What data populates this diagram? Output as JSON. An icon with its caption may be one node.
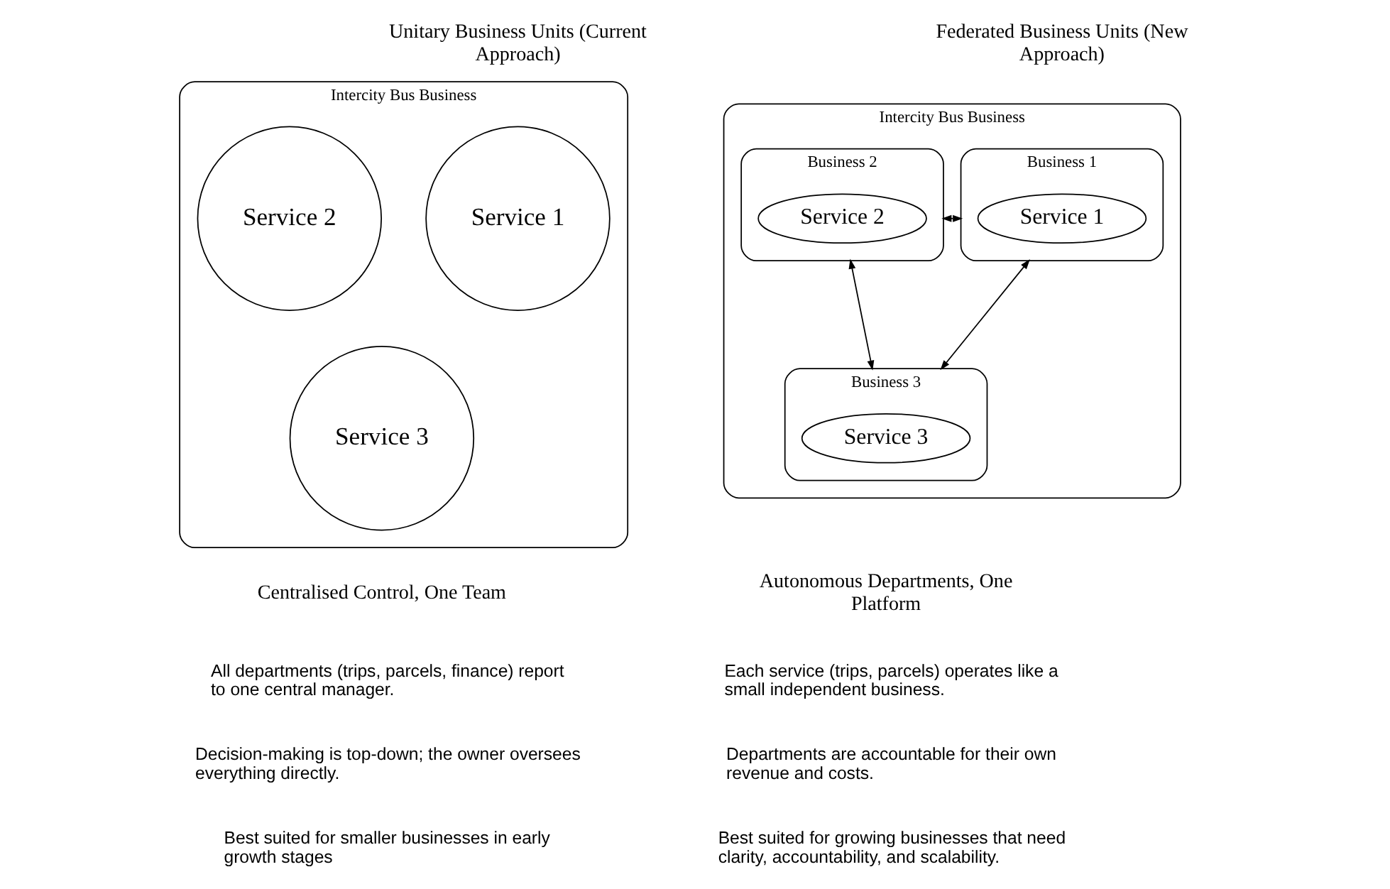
{
  "diagram": {
    "nodes": [
      {
        "text": [
          "Intercity Bus Business"
        ]
      },
      {
        "text": [
          "Service 1"
        ],
        "in": 0
      },
      {
        "text": [
          "Service 2"
        ],
        "in": 0
      },
      {
        "text": [
          "Service 3"
        ],
        "in": 0
      },
      {
        "text": [
          "Intercity Bus Business"
        ]
      },
      {
        "text": [
          "Business 1"
        ],
        "in": 4
      },
      {
        "text": [
          "Service 1"
        ],
        "in": 5
      },
      {
        "text": [
          "Business 2"
        ],
        "in": 4
      },
      {
        "text": [
          "Service 2"
        ],
        "in": 7
      },
      {
        "text": [
          "Business 3"
        ],
        "in": 4
      },
      {
        "text": [
          "Service 3"
        ],
        "in": 9
      }
    ],
    "edges": [
      {
        "from": 5,
        "to": 7,
        "arrow": "both"
      },
      {
        "from": 5,
        "to": 9,
        "arrow": "both"
      },
      {
        "from": 7,
        "to": 9,
        "arrow": "both"
      }
    ],
    "labels": [
      "Unitary Business Units (Current Approach)",
      "Federated Business Units (New Approach)",
      "Centralised Control, One Team",
      "All departments (trips, parcels, finance) report to one central manager.",
      "Decision-making is top-down; the owner oversees everything directly.",
      "Best suited for smaller businesses in early growth stages",
      "Autonomous Departments, One Platform",
      "Each service (trips, parcels) operates like a small independent business.",
      "Departments are accountable for their own revenue and costs.",
      "Best suited for growing businesses that need clarity, accountability, and scalability."
    ]
  }
}
